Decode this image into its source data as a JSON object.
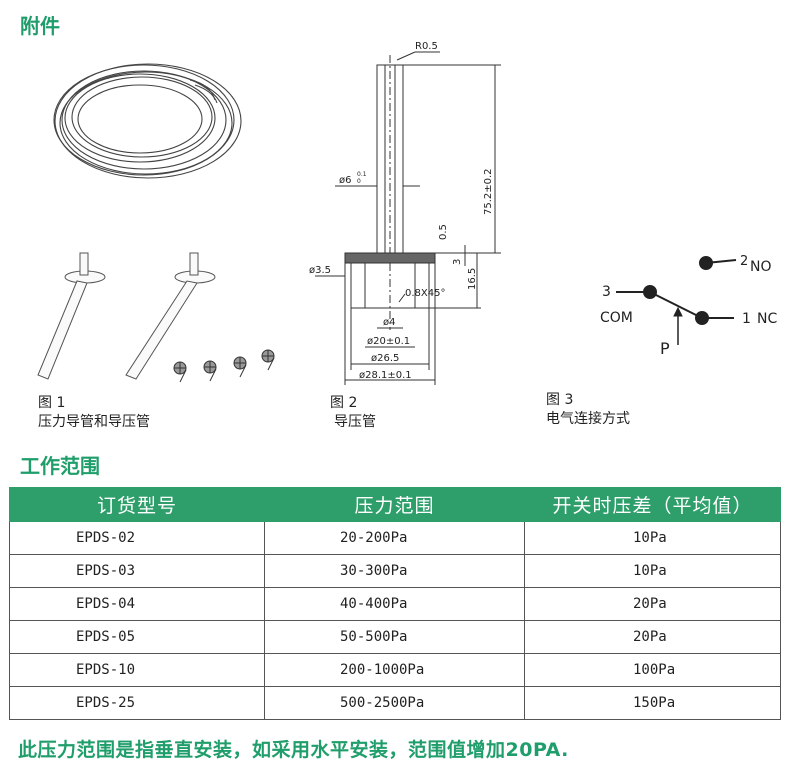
{
  "accessories_title": "附件",
  "working_range_title": "工作范围",
  "figures": {
    "fig1": {
      "label": "图 1",
      "caption": "压力导管和导压管"
    },
    "fig2": {
      "label": "图 2",
      "caption": "导压管",
      "dims": {
        "r": "R0.5",
        "d6": "ø6",
        "d6_tol_upper": "0.1",
        "d6_tol_lower": "0",
        "length": "75.2±0.2",
        "d0_5": "0.5",
        "d3": "3",
        "d16_5": "16.5",
        "d3_5": "ø3.5",
        "chamfer": "0.8X45°",
        "d4": "ø4",
        "d20": "ø20±0.1",
        "d26_5": "ø26.5",
        "d28_1": "ø28.1±0.1"
      }
    },
    "fig3": {
      "label": "图 3",
      "caption": "电气连接方式",
      "terminals": {
        "no_num": "2",
        "no_name": "NO",
        "com_num": "3",
        "com_name": "COM",
        "nc_num": "1",
        "nc_name": "NC",
        "p": "P"
      }
    }
  },
  "table": {
    "headers": [
      "订货型号",
      "压力范围",
      "开关时压差（平均值）"
    ],
    "rows": [
      [
        "EPDS-02",
        "20-200Pa",
        "10Pa"
      ],
      [
        "EPDS-03",
        "30-300Pa",
        "10Pa"
      ],
      [
        "EPDS-04",
        "40-400Pa",
        "20Pa"
      ],
      [
        "EPDS-05",
        "50-500Pa",
        "20Pa"
      ],
      [
        "EPDS-10",
        "200-1000Pa",
        "100Pa"
      ],
      [
        "EPDS-25",
        "500-2500Pa",
        "150Pa"
      ]
    ]
  },
  "note": "此压力范围是指垂直安装，如采用水平安装，范围值增加20PA.",
  "colors": {
    "accent": "#2e9f6b",
    "title_text": "#1f9e6b"
  }
}
